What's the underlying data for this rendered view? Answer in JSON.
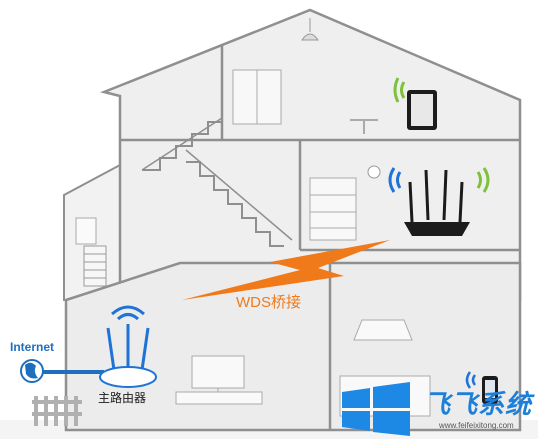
{
  "labels": {
    "internet": "Internet",
    "wds": "WDS桥接",
    "main_router": "主路由器",
    "watermark_brand": "飞飞系统",
    "watermark_url": "www.feifeixitong.com"
  },
  "colors": {
    "background": "#ffffff",
    "house_fill": "#efefef",
    "house_stroke": "#8f8f8f",
    "internet_blue": "#1f6fbf",
    "wds_orange": "#f07a1a",
    "wifi_blue": "#1e73d6",
    "wifi_green": "#7dc23a",
    "router_white": "#ffffff",
    "router_black": "#1c1c1c",
    "windows_blue": "#1e88e5",
    "watermark_blue": "#1e7fd8"
  },
  "icons": {
    "globe": "globe-icon",
    "main_router": "router-white-icon",
    "wds_router": "router-black-icon",
    "tablet": "tablet-icon",
    "phone": "phone-icon",
    "windows_logo": "windows-logo-icon",
    "wds_link": "lightning-bolt-icon"
  }
}
